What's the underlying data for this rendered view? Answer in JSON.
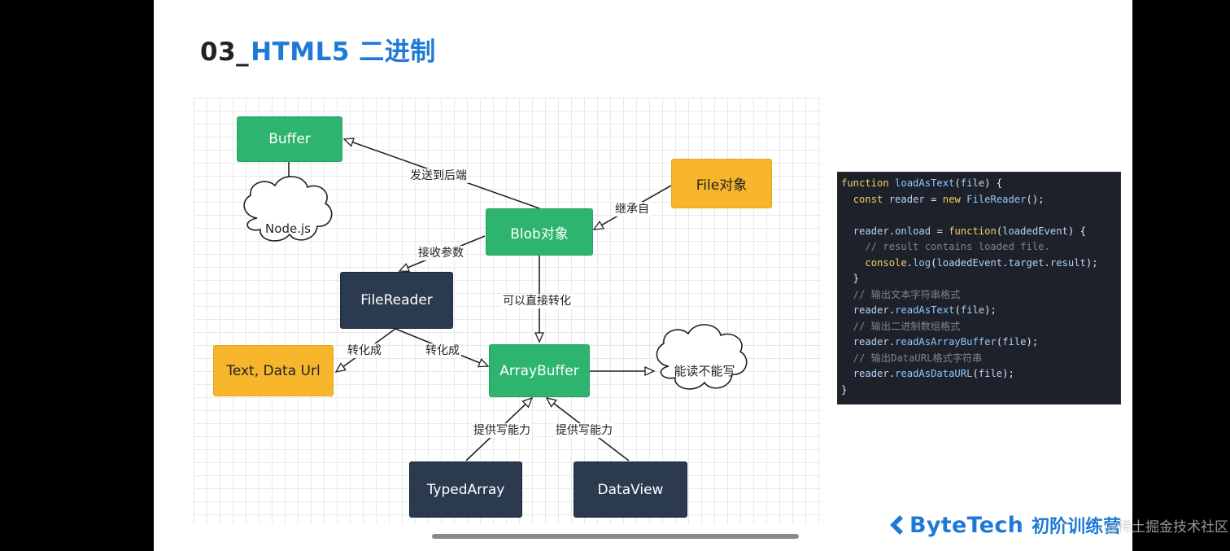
{
  "slide": {
    "title_num": "03_",
    "title_name": "HTML5 二进制"
  },
  "diagram": {
    "nodes": {
      "buffer": "Buffer",
      "nodejs": "Node.js",
      "file": "File对象",
      "blob": "Blob对象",
      "filereader": "FileReader",
      "textdataurl": "Text, Data Url",
      "arraybuffer": "ArrayBuffer",
      "readonly": "能读不能写",
      "typedarray": "TypedArray",
      "dataview": "DataView"
    },
    "edges": {
      "send_backend": "发送到后端",
      "inherit": "继承自",
      "accept_param": "接收参数",
      "direct_convert": "可以直接转化",
      "convert_to_1": "转化成",
      "convert_to_2": "转化成",
      "provide_write_1": "提供写能力",
      "provide_write_2": "提供写能力"
    },
    "colors": {
      "green": "#2db46e",
      "orange": "#f7b52c",
      "dark": "#2b3a4e"
    }
  },
  "code": {
    "lines": [
      "function loadAsText(file) {",
      "  const reader = new FileReader();",
      "",
      "  reader.onload = function(loadedEvent) {",
      "    // result contains loaded file.",
      "    console.log(loadedEvent.target.result);",
      "  }",
      "  // 输出文本字符串格式",
      "  reader.readAsText(file);",
      "  // 输出二进制数组格式",
      "  reader.readAsArrayBuffer(file);",
      "  // 输出DataURL格式字符串",
      "  reader.readAsDataURL(file);",
      "}"
    ]
  },
  "brand": {
    "name": "ByteTech",
    "sub": "初阶训练营",
    "logo_icon": "bytetech-logo-icon"
  },
  "watermark": "@稀土掘金技术社区"
}
